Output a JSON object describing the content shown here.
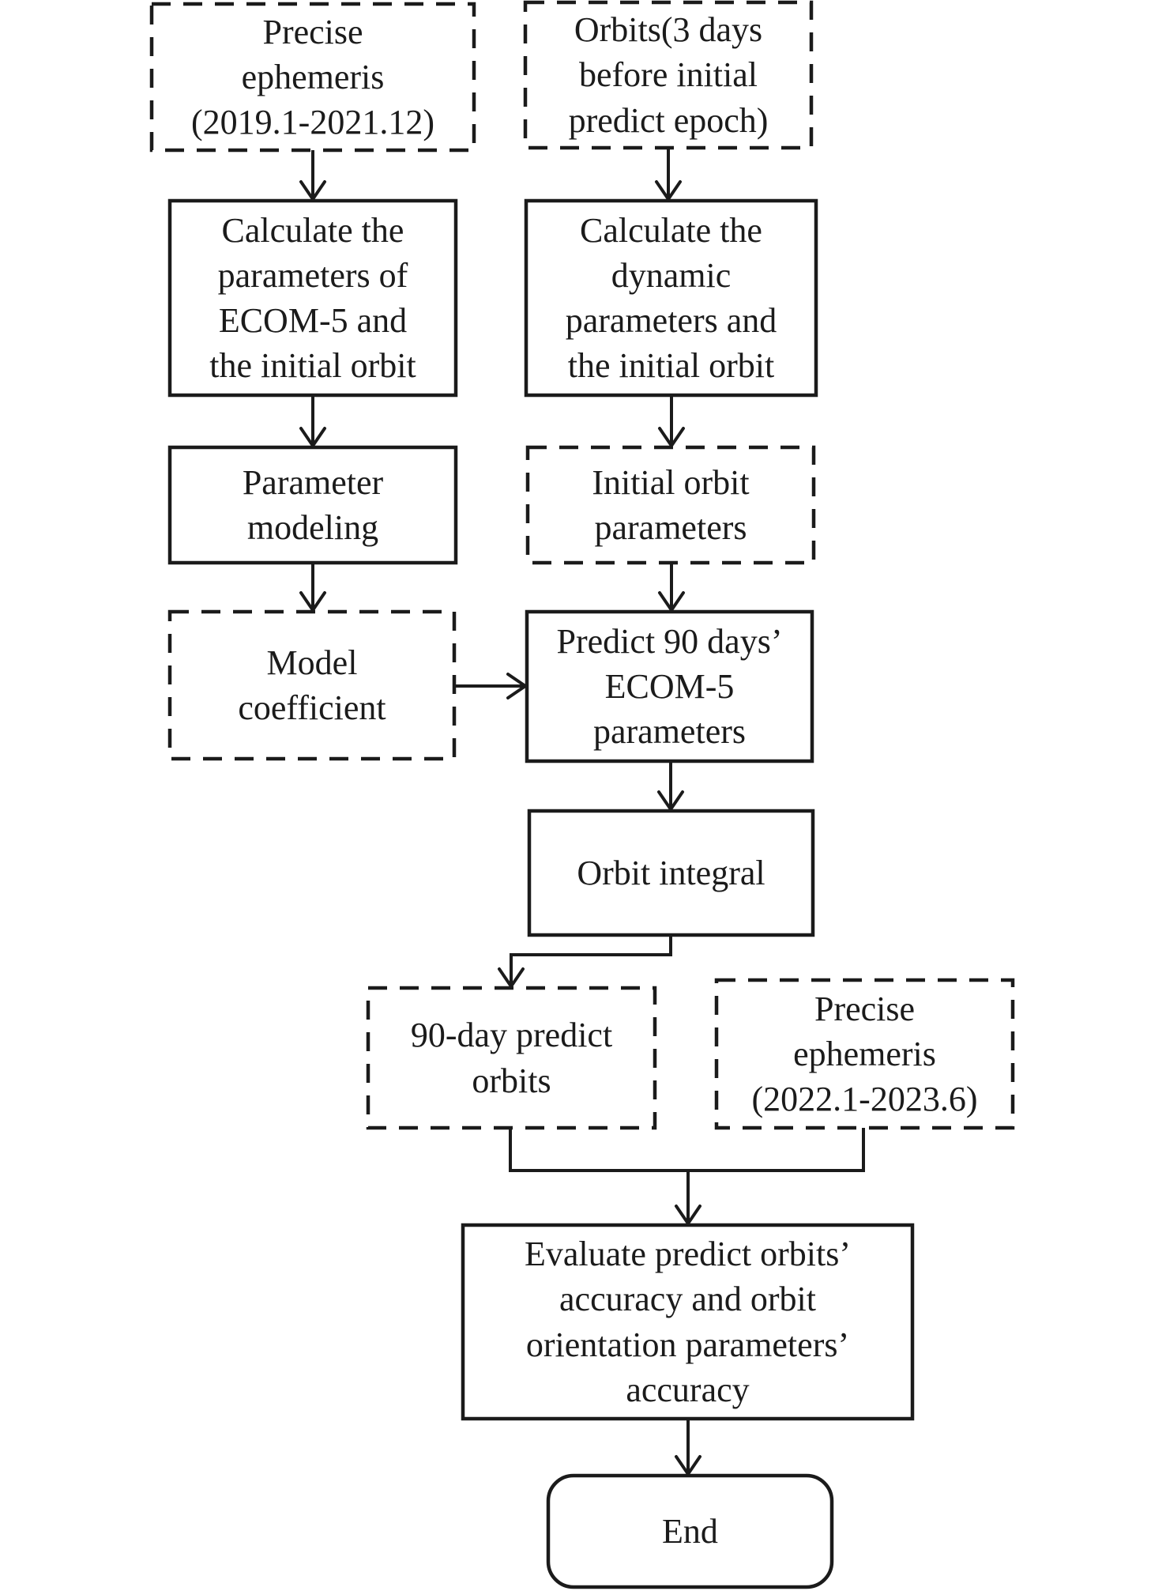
{
  "diagram": {
    "title": "Orbit prediction flowchart",
    "background": "#ffffff",
    "ink": "#1b1b1b",
    "nodes": [
      {
        "id": "precise-ephemeris-2019",
        "style": "dashed",
        "label": "Precise\nephemeris\n(2019.1-2021.12)"
      },
      {
        "id": "orbits-3-days",
        "style": "dashed",
        "label": "Orbits(3 days\nbefore initial\npredict epoch)"
      },
      {
        "id": "calc-ecom5-params",
        "style": "solid",
        "label": "Calculate the\nparameters of\nECOM-5 and\nthe initial orbit"
      },
      {
        "id": "calc-dynamic-params",
        "style": "solid",
        "label": "Calculate the\ndynamic\nparameters and\nthe initial orbit"
      },
      {
        "id": "parameter-modeling",
        "style": "solid",
        "label": "Parameter\nmodeling"
      },
      {
        "id": "initial-orbit-params",
        "style": "dashed",
        "label": "Initial orbit\nparameters"
      },
      {
        "id": "model-coefficient",
        "style": "dashed",
        "label": "Model\ncoefficient"
      },
      {
        "id": "predict-90-days-ecom5",
        "style": "solid",
        "label": "Predict 90 days’\nECOM-5\nparameters"
      },
      {
        "id": "orbit-integral",
        "style": "solid",
        "label": "Orbit integral"
      },
      {
        "id": "predict-orbits-90-day",
        "style": "dashed",
        "label": "90-day predict\norbits"
      },
      {
        "id": "precise-ephemeris-2022",
        "style": "dashed",
        "label": "Precise\nephemeris\n(2022.1-2023.6)"
      },
      {
        "id": "evaluate-accuracy",
        "style": "solid",
        "label": "Evaluate predict orbits’\naccuracy and orbit\norientation parameters’\naccuracy"
      },
      {
        "id": "end",
        "style": "rounded",
        "label": "End"
      }
    ]
  }
}
